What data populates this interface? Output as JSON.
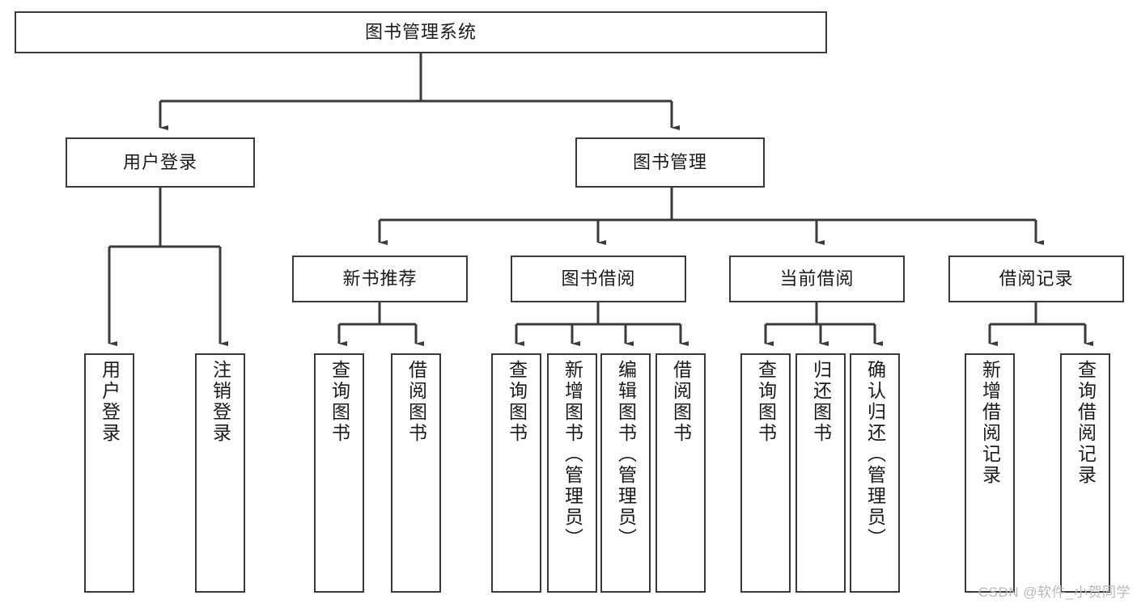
{
  "diagram": {
    "title": "图书管理系统",
    "watermark": "CSDN @软件_小贺同学",
    "colors": {
      "box_border": "#3a3a3a",
      "connector": "#3a3a3a",
      "background": "#ffffff",
      "text": "#1a1a1a",
      "watermark": "#b9b9b9"
    },
    "root": {
      "label": "图书管理系统"
    },
    "level1": [
      {
        "label": "用户登录"
      },
      {
        "label": "图书管理"
      }
    ],
    "level2": [
      {
        "label": "新书推荐"
      },
      {
        "label": "图书借阅"
      },
      {
        "label": "当前借阅"
      },
      {
        "label": "借阅记录"
      }
    ],
    "leaves": {
      "user_login": [
        {
          "label": "用户登录"
        },
        {
          "label": "注销登录"
        }
      ],
      "new_book_recommend": [
        {
          "label": "查询图书"
        },
        {
          "label": "借阅图书"
        }
      ],
      "book_borrow": [
        {
          "label": "查询图书"
        },
        {
          "label": "新增图书（管理员）"
        },
        {
          "label": "编辑图书（管理员）"
        },
        {
          "label": "借阅图书"
        }
      ],
      "current_borrow": [
        {
          "label": "查询图书"
        },
        {
          "label": "归还图书"
        },
        {
          "label": "确认归还（管理员）"
        }
      ],
      "borrow_record": [
        {
          "label": "新增借阅记录"
        },
        {
          "label": "查询借阅记录"
        }
      ]
    }
  }
}
